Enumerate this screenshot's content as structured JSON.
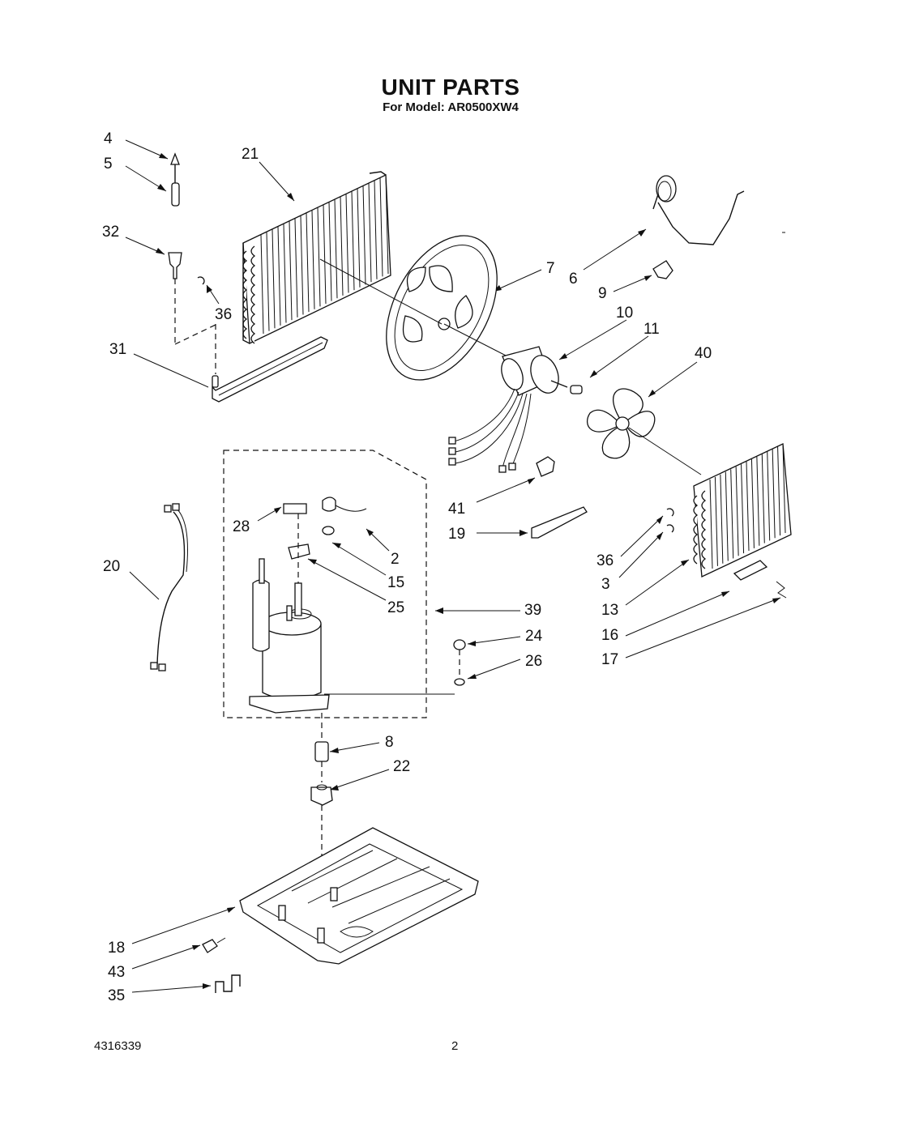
{
  "header": {
    "title": "UNIT PARTS",
    "subtitle": "For Model: AR0500XW4"
  },
  "footer": {
    "doc_number": "4316339",
    "page_number": "2"
  },
  "callouts": [
    "4",
    "5",
    "32",
    "21",
    "36",
    "31",
    "7",
    "6",
    "9",
    "10",
    "11",
    "40",
    "28",
    "2",
    "15",
    "25",
    "39",
    "20",
    "41",
    "19",
    "36",
    "3",
    "13",
    "16",
    "17",
    "24",
    "26",
    "8",
    "22",
    "18",
    "43",
    "35"
  ],
  "parts": {
    "coil_left": "condenser-coil",
    "fan_shroud": "fan-shroud",
    "motor": "fan-motor",
    "blade": "fan-blade",
    "coil_right": "evaporator-coil",
    "compressor": "compressor",
    "base": "base-pan"
  }
}
